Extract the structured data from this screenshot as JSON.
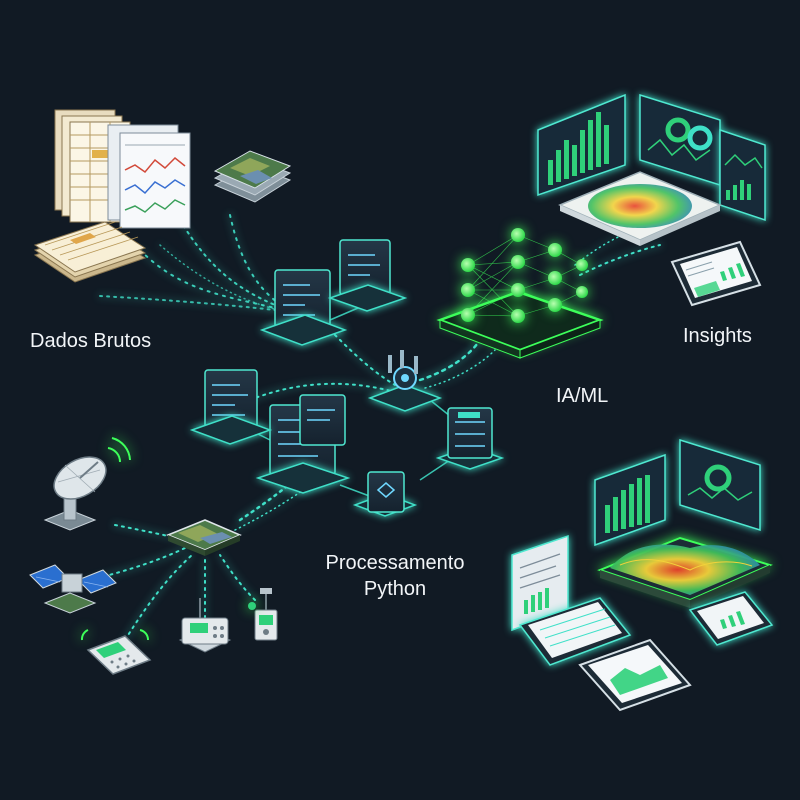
{
  "labels": {
    "raw_data": "Dados Brutos",
    "processing_line1": "Processamento",
    "processing_line2": "Python",
    "ai_ml": "IA/ML",
    "insights": "Insights"
  },
  "colors": {
    "background": "#111a24",
    "flow": "#3fe0c8",
    "neural": "#3dff5a",
    "panel": "#1b2a38",
    "panel_border": "#4fe8d0",
    "chart_green": "#2fd07a",
    "heat_red": "#e8402a",
    "heat_yellow": "#f2d23a"
  },
  "icons": {
    "raw_data": [
      "spreadsheet-stack-icon",
      "chart-report-icon",
      "map-tile-icon",
      "data-table-icon"
    ],
    "sensors": [
      "satellite-dish-icon",
      "satellite-icon",
      "handheld-device-icon",
      "field-sensor-icon",
      "weather-station-icon",
      "map-node-icon"
    ],
    "processing": [
      "code-window-icon",
      "gear-icon",
      "server-icon",
      "module-icon"
    ],
    "ai": [
      "neural-network-icon"
    ],
    "insights": [
      "dashboard-icon",
      "heatmap-icon",
      "report-tablet-icon",
      "terrain-map-icon"
    ]
  }
}
